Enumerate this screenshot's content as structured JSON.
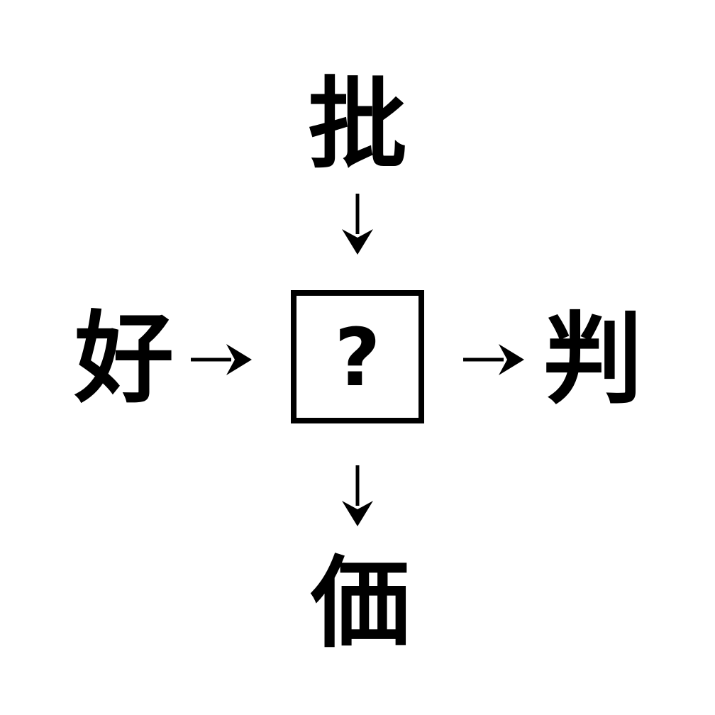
{
  "puzzle": {
    "type": "kanji-cross-puzzle",
    "center_placeholder": "?",
    "top_kanji": "批",
    "left_kanji": "好",
    "right_kanji": "判",
    "bottom_kanji": "価",
    "arrows": {
      "top": "down-into-box",
      "left": "right-into-box",
      "right": "right-out-of-box",
      "bottom": "down-out-of-box"
    },
    "colors": {
      "foreground": "#000000",
      "background": "#ffffff"
    }
  }
}
